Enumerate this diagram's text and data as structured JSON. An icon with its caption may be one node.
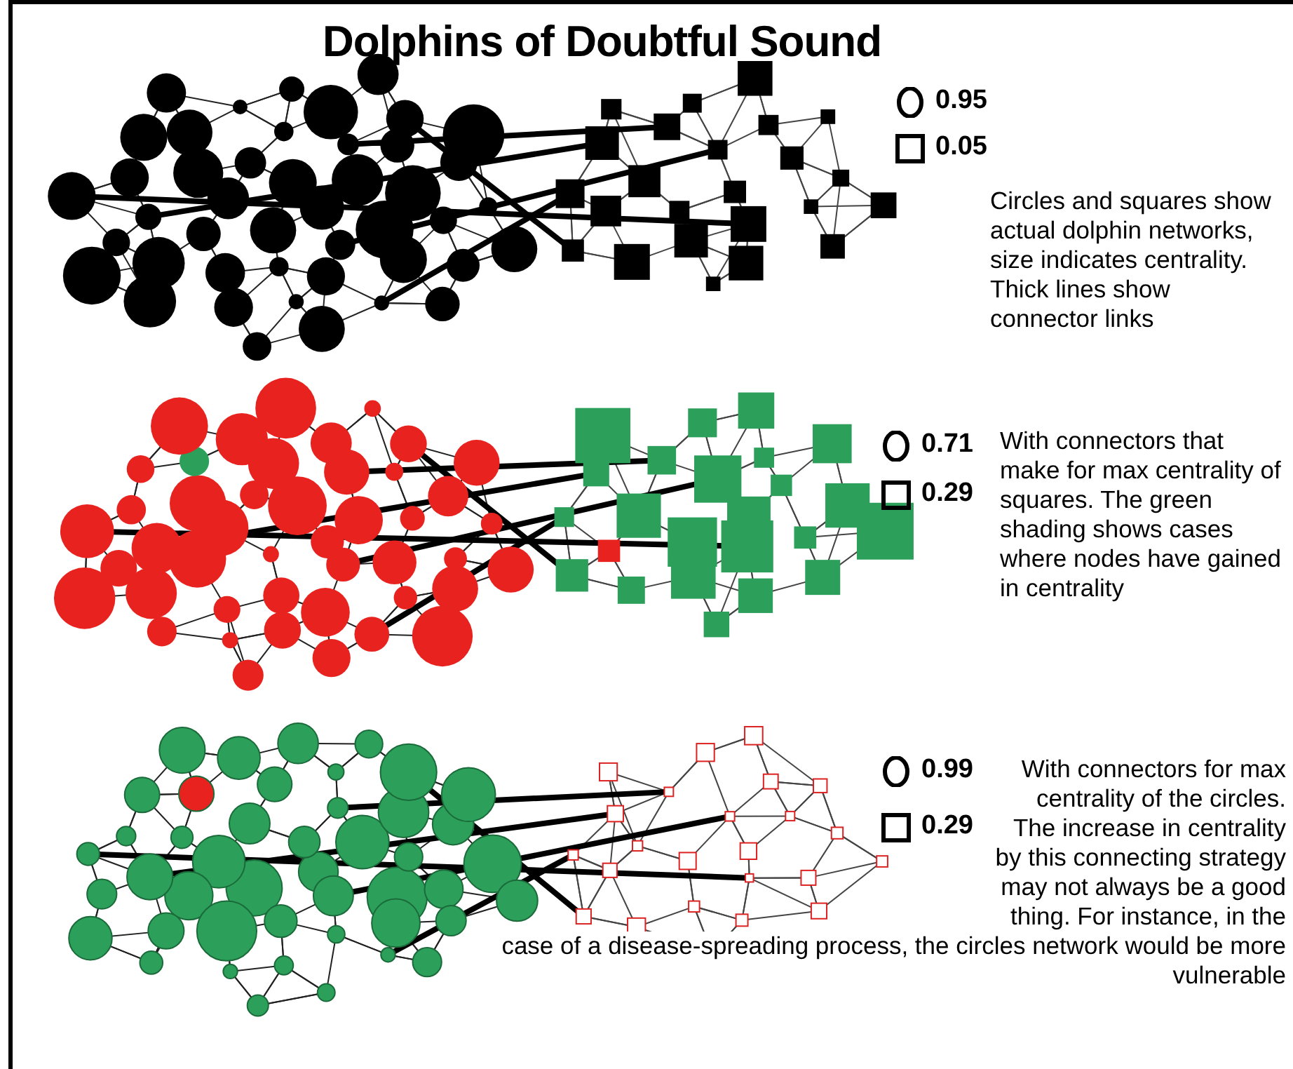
{
  "diagram": {
    "title": "Dolphins of Doubtful Sound",
    "labels": [
      "Circles and squares show actual dolphin networks, size indicates centrality. Thick lines show connector links",
      "With connectors that make for max centrality of squares. The green shading shows cases where nodes have gained in centrality",
      "With connectors for max centrality of the circles. The increase in centrality by this connecting strategy may not always be a good thing. For instance, in the case of a disease-spreading process, the circles network would be more vulnerable"
    ],
    "legend": [
      {
        "text": "0.95"
      },
      {
        "text": "0.05"
      },
      {
        "text": "0.71"
      },
      {
        "text": "0.29"
      },
      {
        "text": "0.99"
      },
      {
        "text": "0.29"
      }
    ]
  }
}
